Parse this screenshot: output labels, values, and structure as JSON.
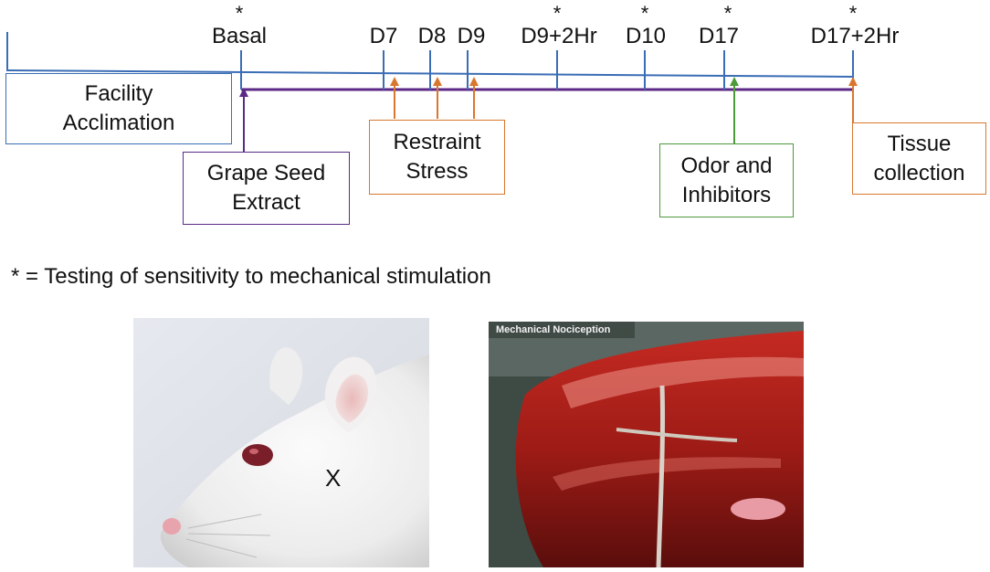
{
  "timeline": {
    "points": [
      {
        "label": "Basal",
        "star": true
      },
      {
        "label": "D7",
        "star": false
      },
      {
        "label": "D8",
        "star": false
      },
      {
        "label": "D9",
        "star": false
      },
      {
        "label": "D9+2Hr",
        "star": true
      },
      {
        "label": "D10",
        "star": true
      },
      {
        "label": "D17",
        "star": true
      },
      {
        "label": "D17+2Hr",
        "star": true
      }
    ],
    "star_symbol": "*"
  },
  "boxes": {
    "acclimation": {
      "line1": "Facility",
      "line2": "Acclimation",
      "color": "#3a6db5"
    },
    "grape_seed": {
      "line1": "Grape Seed",
      "line2": "Extract",
      "color": "#5b2a86"
    },
    "restraint": {
      "line1": "Restraint",
      "line2": "Stress",
      "color": "#d9772e"
    },
    "odor": {
      "line1": "Odor and",
      "line2": "Inhibitors",
      "color": "#4c9a3a"
    },
    "tissue": {
      "line1": "Tissue",
      "line2": "collection",
      "color": "#d9772e"
    }
  },
  "legend_note": "* = Testing of sensitivity to mechanical stimulation",
  "photos": {
    "rat_mark": "X",
    "restraint_caption": "Mechanical Nociception"
  },
  "colors": {
    "timeline_blue": "#3a6db5",
    "treatment_purple": "#5b2a86",
    "arrow_orange": "#d9772e",
    "arrow_green": "#4c9a3a"
  }
}
